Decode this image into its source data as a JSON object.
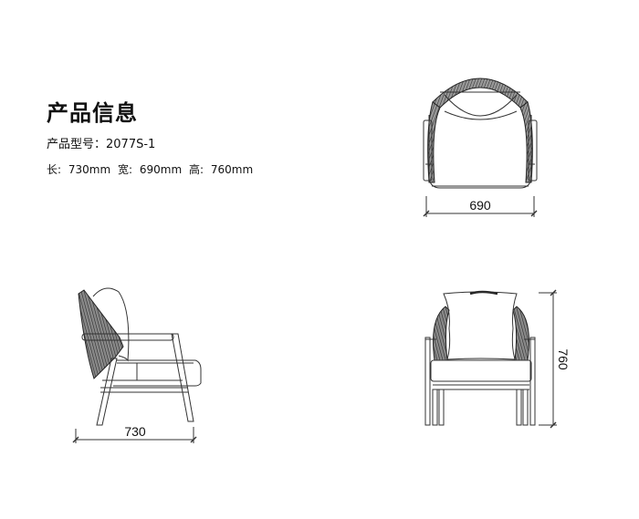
{
  "header": {
    "title": "产品信息",
    "model_label": "产品型号：",
    "model_value": "2077S-1"
  },
  "dimensions": {
    "length_label": "长:",
    "length_value": "730mm",
    "width_label": "宽:",
    "width_value": "690mm",
    "height_label": "高:",
    "height_value": "760mm"
  },
  "views": {
    "top": {
      "name": "top-view",
      "dimension": "690"
    },
    "side": {
      "name": "side-view",
      "dimension": "730"
    },
    "front": {
      "name": "front-view",
      "dimension": "760"
    }
  },
  "colors": {
    "line": "#333333",
    "rope": "#555555",
    "background": "#ffffff"
  }
}
